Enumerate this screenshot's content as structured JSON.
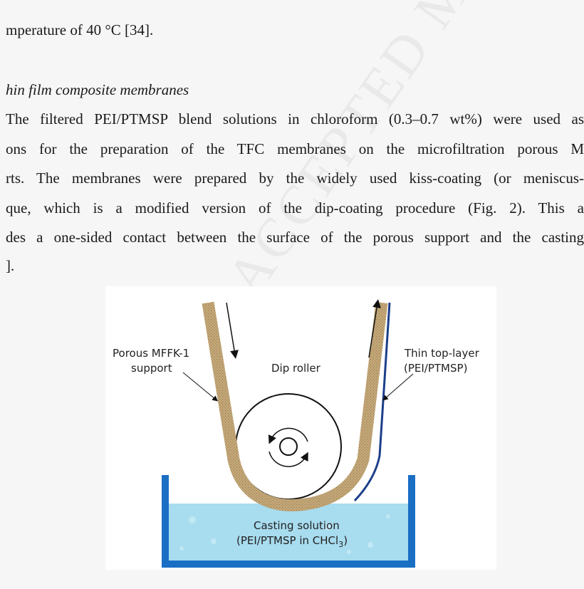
{
  "text": {
    "line0": "mperature of 40 °C [34].",
    "heading": "hin film composite membranes",
    "line1": "The filtered PEI/PTMSP blend solutions in chloroform (0.3–0.7 wt%) were used as",
    "line2": "ons for the preparation of the TFC membranes on the microfiltration porous M",
    "line3": "rts. The membranes were prepared by the widely used kiss-coating (or meniscus-",
    "line4": "que, which is a modified version of the dip-coating procedure (Fig. 2). This a",
    "line5": "des a one-sided contact between the surface of the porous support and the casting",
    "line6": "]."
  },
  "watermark": "ACCEPTED MANUSCRIPT",
  "figure": {
    "support_label_1": "Porous MFFK-1",
    "support_label_2": "support",
    "roller_label": "Dip roller",
    "toplayer_label_1": "Thin top-layer",
    "toplayer_label_2": "(PEI/PTMSP)",
    "solution_label_1": "Casting solution",
    "solution_label_2": "(PEI/PTMSP in CHCl",
    "solution_label_sub": "3",
    "solution_label_end": ")",
    "colors": {
      "support": "#c2a677",
      "top_layer": "#1c3f8a",
      "tank": "#1a6fc4",
      "liquid": "#a8dcef"
    }
  }
}
